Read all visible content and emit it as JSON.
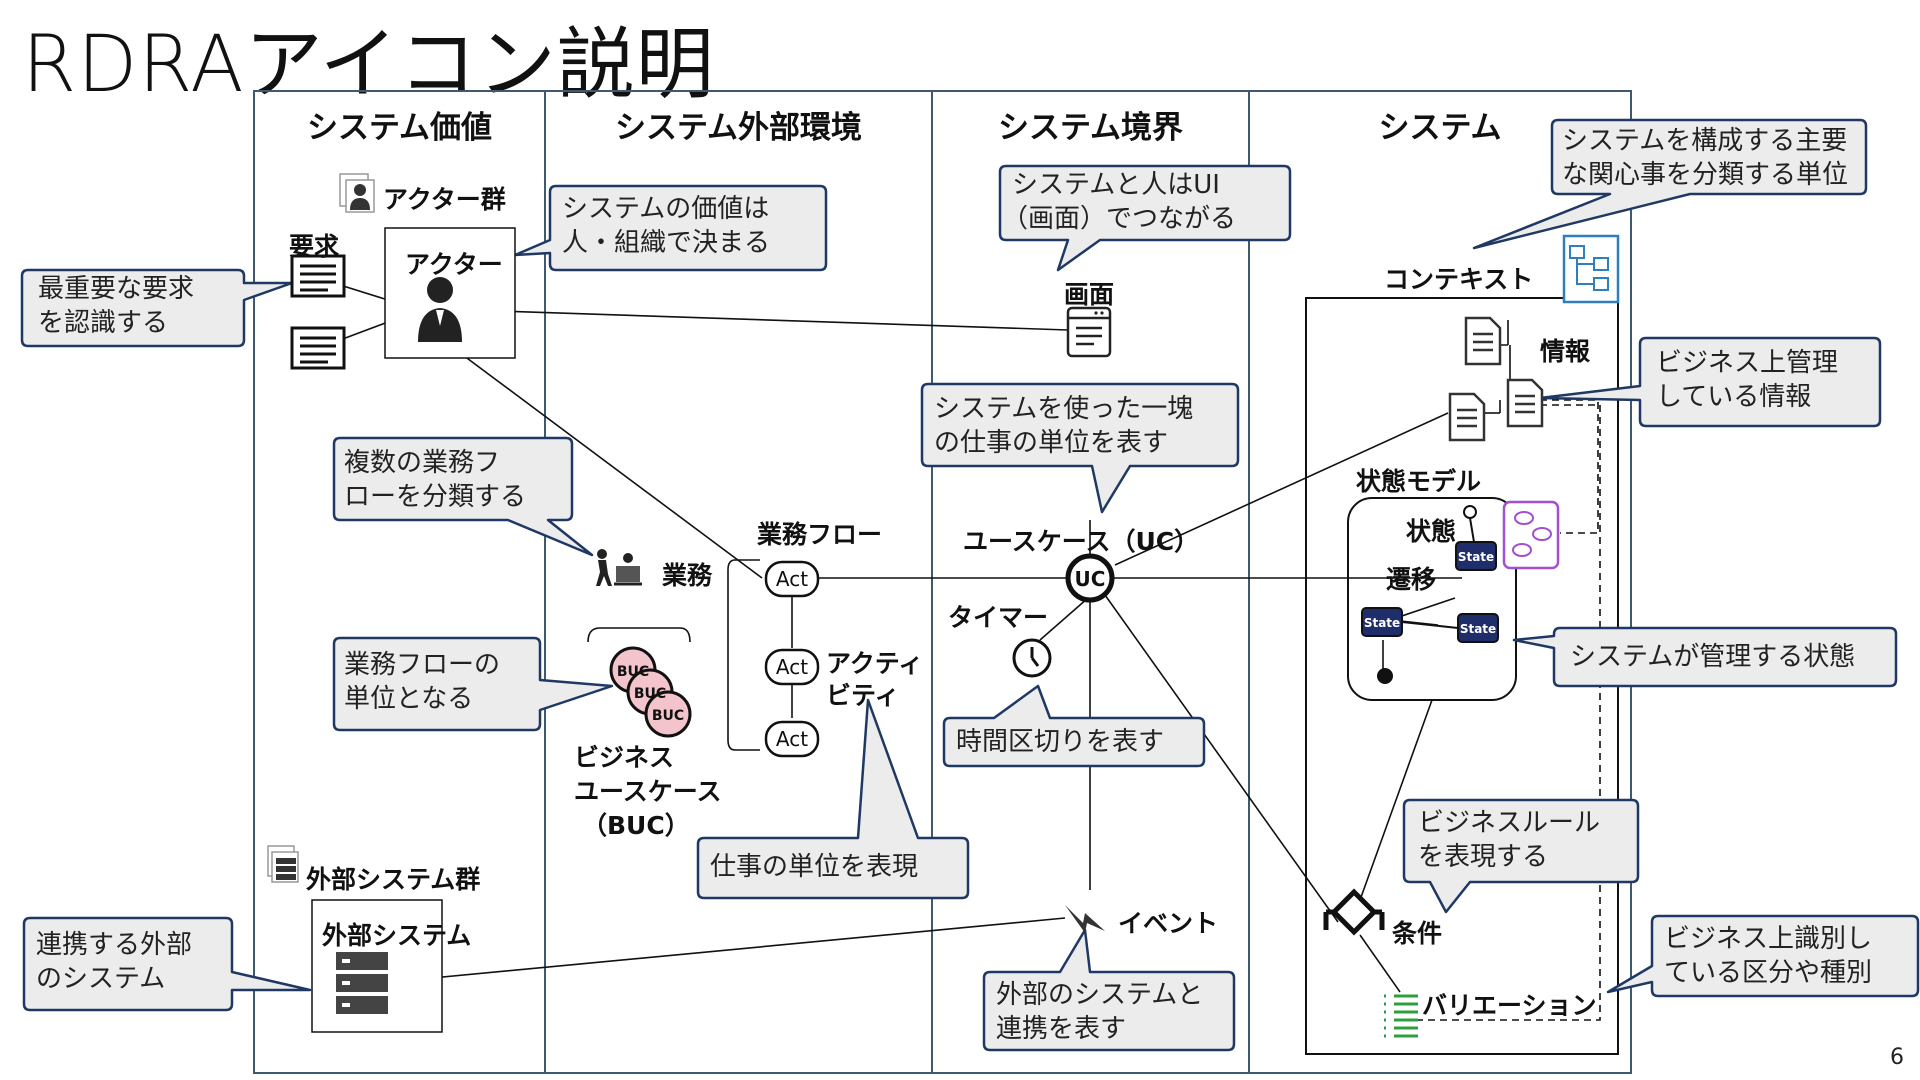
{
  "title": "RDRAアイコン説明",
  "page_number": "6",
  "columns": [
    "システム価値",
    "システム外部環境",
    "システム境界",
    "システム"
  ],
  "labels": {
    "actor_group": "アクター群",
    "requirement": "要求",
    "actor": "アクター",
    "business": "業務",
    "business_flow": "業務フロー",
    "activity_1": "アクティ",
    "activity_2": "ビティ",
    "buc_1": "ビジネス",
    "buc_2": "ユースケース",
    "buc_3": "（BUC）",
    "ext_system_group": "外部システム群",
    "ext_system": "外部システム",
    "screen": "画面",
    "usecase": "ユースケース（UC）",
    "timer": "タイマー",
    "event": "イベント",
    "context": "コンテキスト",
    "info": "情報",
    "state_model": "状態モデル",
    "state": "状態",
    "transition": "遷移",
    "condition": "条件",
    "variation": "バリエーション"
  },
  "icon_text": {
    "act": "Act",
    "uc": "UC",
    "buc": "BUC",
    "state": "State"
  },
  "callouts": {
    "requirement": [
      "最重要な要求",
      "を認識する"
    ],
    "value": [
      "システムの価値は",
      "人・組織で決まる"
    ],
    "business": [
      "複数の業務フ",
      "ローを分類する"
    ],
    "buc": [
      "業務フローの",
      "単位となる"
    ],
    "ext": [
      "連携する外部",
      "のシステム"
    ],
    "activity": [
      "仕事の単位を表現"
    ],
    "screen": [
      "システムと人はUI",
      "（画面）でつながる"
    ],
    "uc": [
      "システムを使った一塊",
      "の仕事の単位を表す"
    ],
    "timer": [
      "時間区切りを表す"
    ],
    "event": [
      "外部のシステムと",
      "連携を表す"
    ],
    "context": [
      "システムを構成する主要",
      "な関心事を分類する単位"
    ],
    "info": [
      "ビジネス上管理",
      "している情報"
    ],
    "state": [
      "システムが管理する状態"
    ],
    "rule": [
      "ビジネスルール",
      "を表現する"
    ],
    "variation": [
      "ビジネス上識別し",
      "ている区分や種別"
    ]
  },
  "colors": {
    "frame": "#3f5a70",
    "callout_fill": "#ececec",
    "callout_stroke": "#1f3864",
    "buc_fill": "#f4c4cc",
    "state_fill": "#1f2d6b",
    "variation": "#2e9e3e",
    "context_icon": "#2f7fbf",
    "statemodel_icon": "#a24fd0"
  }
}
